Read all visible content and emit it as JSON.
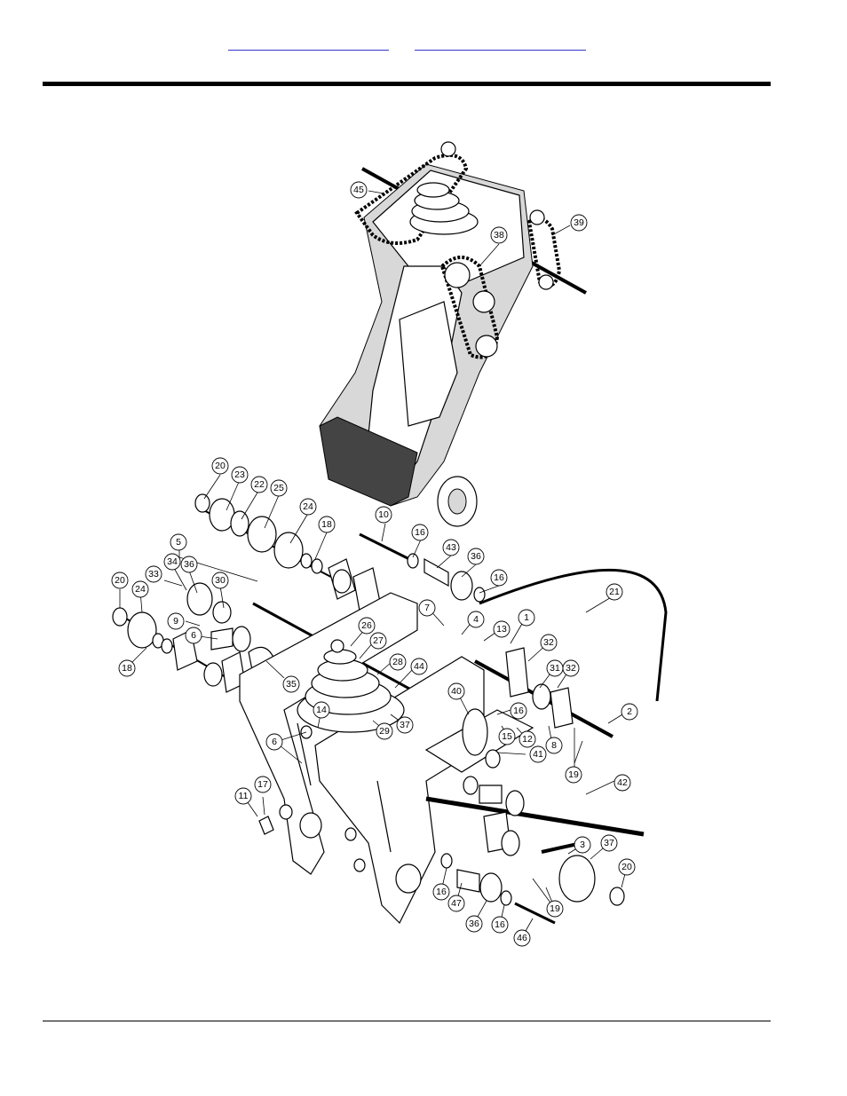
{
  "header": {
    "link_left": "",
    "link_right": ""
  },
  "figure": {
    "callouts": [
      {
        "id": "c45",
        "label": "45"
      },
      {
        "id": "c39",
        "label": "39"
      },
      {
        "id": "c38",
        "label": "38"
      },
      {
        "id": "c20a",
        "label": "20"
      },
      {
        "id": "c23",
        "label": "23"
      },
      {
        "id": "c22",
        "label": "22"
      },
      {
        "id": "c25",
        "label": "25"
      },
      {
        "id": "c24a",
        "label": "24"
      },
      {
        "id": "c18a",
        "label": "18"
      },
      {
        "id": "c10",
        "label": "10"
      },
      {
        "id": "c16a",
        "label": "16"
      },
      {
        "id": "c43",
        "label": "43"
      },
      {
        "id": "c36a",
        "label": "36"
      },
      {
        "id": "c16b",
        "label": "16"
      },
      {
        "id": "c5",
        "label": "5"
      },
      {
        "id": "c34",
        "label": "34"
      },
      {
        "id": "c36b",
        "label": "36"
      },
      {
        "id": "c33",
        "label": "33"
      },
      {
        "id": "c30",
        "label": "30"
      },
      {
        "id": "c20b",
        "label": "20"
      },
      {
        "id": "c24b",
        "label": "24"
      },
      {
        "id": "c9",
        "label": "9"
      },
      {
        "id": "c6a",
        "label": "6"
      },
      {
        "id": "c18b",
        "label": "18"
      },
      {
        "id": "c35",
        "label": "35"
      },
      {
        "id": "c26",
        "label": "26"
      },
      {
        "id": "c27",
        "label": "27"
      },
      {
        "id": "c28",
        "label": "28"
      },
      {
        "id": "c44",
        "label": "44"
      },
      {
        "id": "c7",
        "label": "7"
      },
      {
        "id": "c4",
        "label": "4"
      },
      {
        "id": "c13",
        "label": "13"
      },
      {
        "id": "c1",
        "label": "1"
      },
      {
        "id": "c21",
        "label": "21"
      },
      {
        "id": "c32a",
        "label": "32"
      },
      {
        "id": "c31",
        "label": "31"
      },
      {
        "id": "c32b",
        "label": "32"
      },
      {
        "id": "c2",
        "label": "2"
      },
      {
        "id": "c40",
        "label": "40"
      },
      {
        "id": "c16c",
        "label": "16"
      },
      {
        "id": "c15",
        "label": "15"
      },
      {
        "id": "c12",
        "label": "12"
      },
      {
        "id": "c8",
        "label": "8"
      },
      {
        "id": "c41",
        "label": "41"
      },
      {
        "id": "c19a",
        "label": "19"
      },
      {
        "id": "c14",
        "label": "14"
      },
      {
        "id": "c29",
        "label": "29"
      },
      {
        "id": "c37a",
        "label": "37"
      },
      {
        "id": "c6b",
        "label": "6"
      },
      {
        "id": "c42",
        "label": "42"
      },
      {
        "id": "c17",
        "label": "17"
      },
      {
        "id": "c11",
        "label": "11"
      },
      {
        "id": "c3",
        "label": "3"
      },
      {
        "id": "c37b",
        "label": "37"
      },
      {
        "id": "c20c",
        "label": "20"
      },
      {
        "id": "c19b",
        "label": "19"
      },
      {
        "id": "c16d",
        "label": "16"
      },
      {
        "id": "c47",
        "label": "47"
      },
      {
        "id": "c36c",
        "label": "36"
      },
      {
        "id": "c16e",
        "label": "16"
      },
      {
        "id": "c46",
        "label": "46"
      }
    ]
  }
}
